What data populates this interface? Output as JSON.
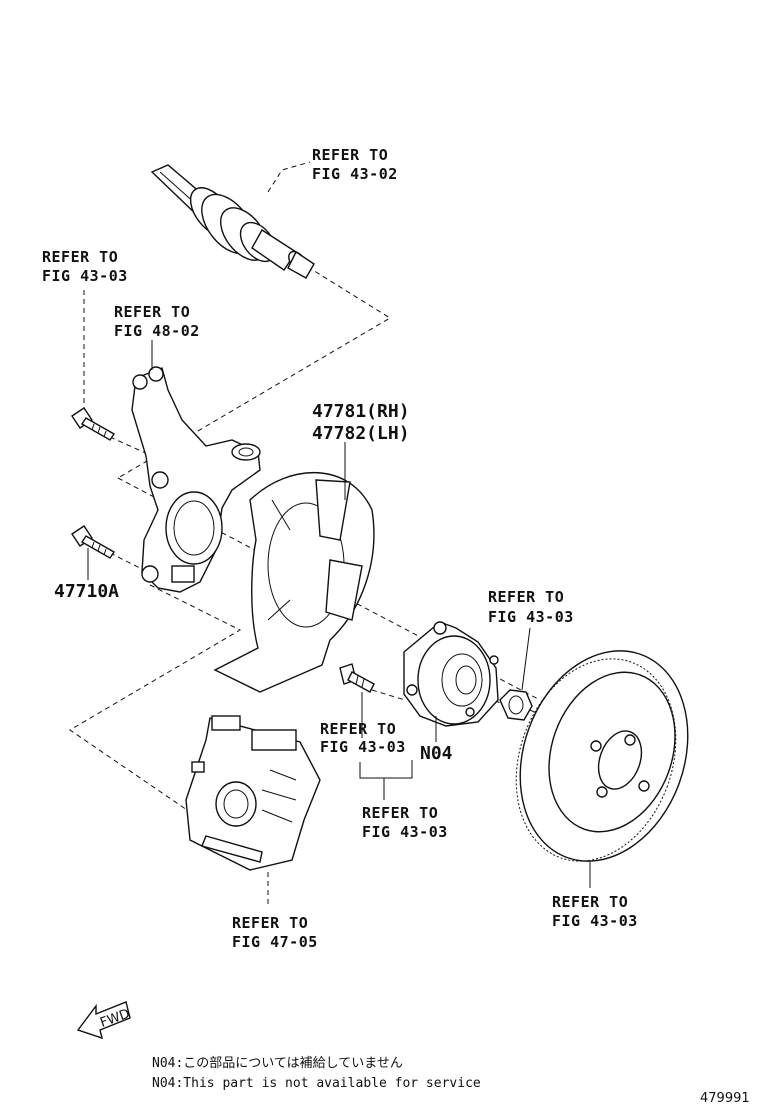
{
  "diagram": {
    "labels": {
      "refer_drive_shaft": [
        "REFER TO",
        "FIG 43-02"
      ],
      "refer_upper_bolt": [
        "REFER TO",
        "FIG 43-03"
      ],
      "refer_knuckle": [
        "REFER TO",
        "FIG 48-02"
      ],
      "dust_cover_rh": "47781(RH)",
      "dust_cover_lh": "47782(LH)",
      "lower_bolt": "47710A",
      "refer_nut": [
        "REFER TO",
        "FIG 43-03"
      ],
      "refer_hub_bolt": [
        "REFER TO",
        "FIG 43-03"
      ],
      "hub_code": "N04",
      "refer_hub": [
        "REFER TO",
        "FIG 43-03"
      ],
      "refer_caliper": [
        "REFER TO",
        "FIG 47-05"
      ],
      "refer_disc": [
        "REFER TO",
        "FIG 43-03"
      ],
      "fwd": "FWD"
    },
    "notes": {
      "jp": "N04:この部品については補給していません",
      "en": "N04:This part is not available for service"
    },
    "figure_number": "479991"
  }
}
